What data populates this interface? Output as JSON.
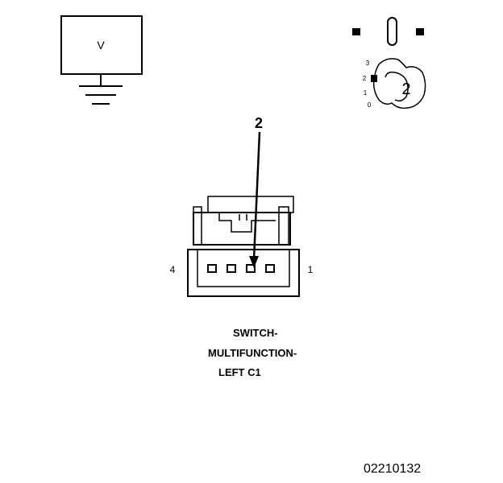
{
  "meter": {
    "symbol": "V"
  },
  "probe_callout": "2",
  "knob": {
    "number": "2",
    "positions": [
      "3",
      "2",
      "1",
      "0"
    ]
  },
  "connector": {
    "pin_left": "4",
    "pin_right": "1",
    "caption": [
      "SWITCH-",
      "MULTIFUNCTION-",
      "LEFT C1"
    ]
  },
  "figure_id": "02210132"
}
